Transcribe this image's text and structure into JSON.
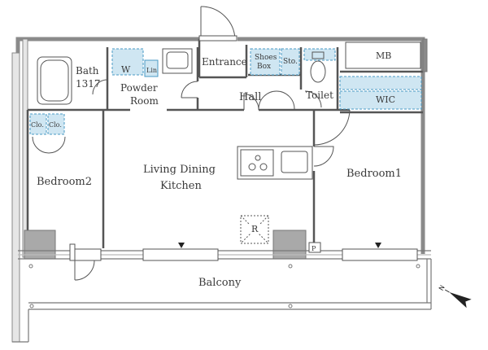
{
  "rooms": {
    "bath": "Bath",
    "bath_size": "1317",
    "powder_room_line1": "Powder",
    "powder_room_line2": "Room",
    "washer": "W",
    "linen": "Lin",
    "entrance": "Entrance",
    "shoes_box_line1": "Shoes",
    "shoes_box_line2": "Box",
    "storage": "Sto.",
    "hall": "Hall",
    "toilet": "Toilet",
    "mb": "MB",
    "wic": "WIC",
    "closet_1": "Clo.",
    "closet_2": "Clo.",
    "bedroom2": "Bedroom2",
    "living_line1": "Living Dining",
    "living_line2": "Kitchen",
    "refrigerator": "R",
    "bedroom1": "Bedroom1",
    "pipe_space": "P",
    "balcony": "Balcony"
  },
  "colors": {
    "wall": "#888888",
    "line": "#555555",
    "fixture_fill": "#cfe6f2",
    "fixture_line": "#4a9ac4",
    "column_fill": "#a9a9a9"
  },
  "icons": {
    "north": "north-compass-icon"
  }
}
